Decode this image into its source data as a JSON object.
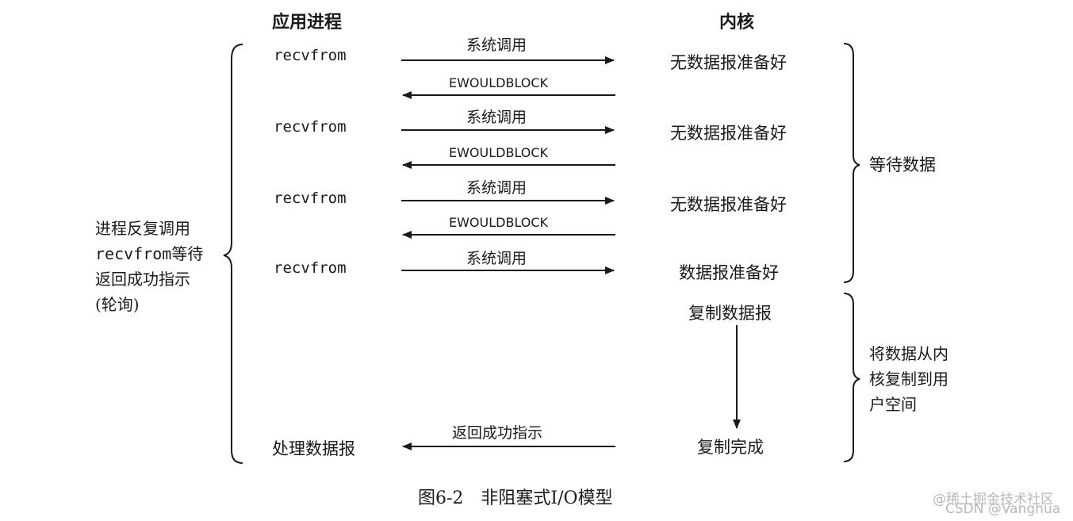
{
  "headers": {
    "app": "应用进程",
    "kernel": "内核"
  },
  "rows": [
    {
      "app": "recvfrom",
      "call": "系统调用",
      "reply": "EWOULDBLOCK",
      "kernel": "无数据报准备好"
    },
    {
      "app": "recvfrom",
      "call": "系统调用",
      "reply": "EWOULDBLOCK",
      "kernel": "无数据报准备好"
    },
    {
      "app": "recvfrom",
      "call": "系统调用",
      "reply": "EWOULDBLOCK",
      "kernel": "无数据报准备好"
    },
    {
      "app": "recvfrom",
      "call": "系统调用",
      "kernel": "数据报准备好"
    }
  ],
  "copy_start": "复制数据报",
  "copy_done": "复制完成",
  "return_label": "返回成功指示",
  "process_label": "处理数据报",
  "left_note": [
    "进程反复调用",
    "recvfrom等待",
    "返回成功指示",
    "(轮询)"
  ],
  "wait_note": "等待数据",
  "copy_note": [
    "将数据从内",
    "核复制到用",
    "户空间"
  ],
  "caption": "图6-2　非阻塞式I/O模型",
  "watermark": [
    "@稀土掘金技术社区",
    "CSDN @Vanghua"
  ]
}
